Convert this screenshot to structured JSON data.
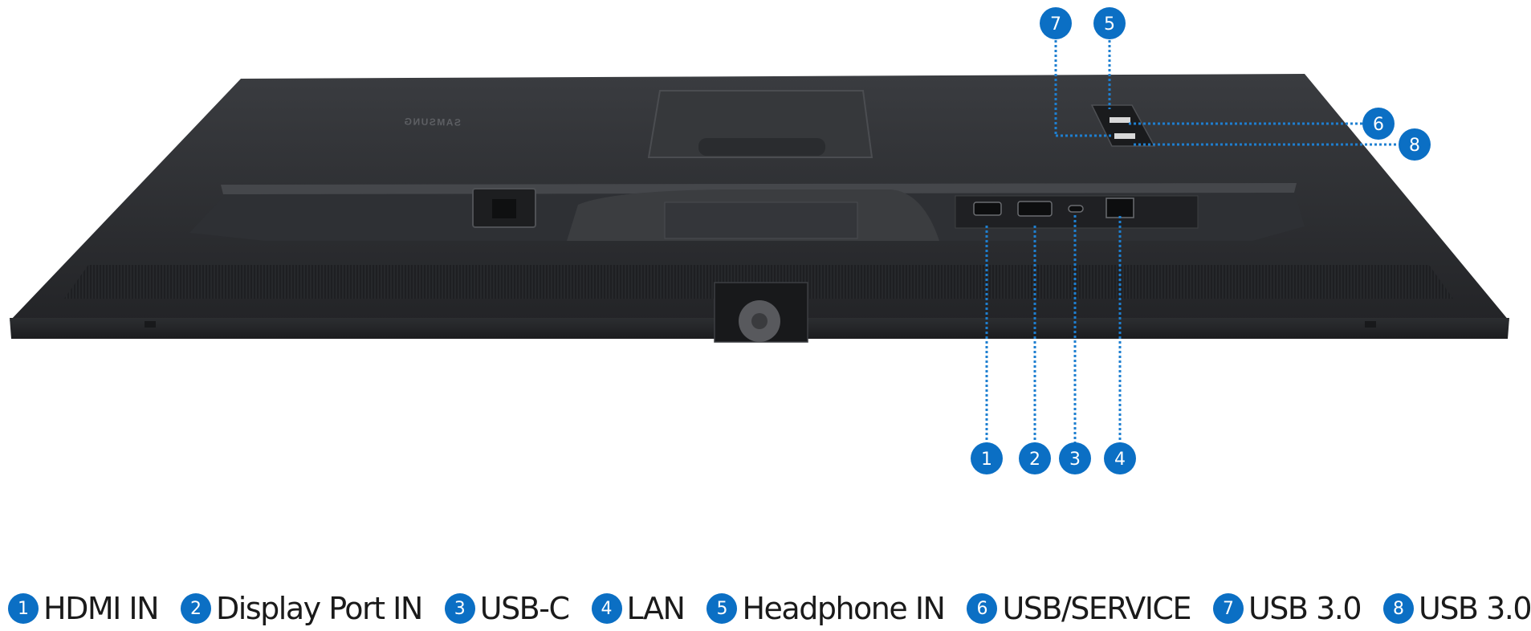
{
  "accent_color": "#0b6fc4",
  "callout_color": "#1e7fd0",
  "monitor_color": "#2b2d30",
  "brand_logo": "SAMSUNG",
  "callouts": [
    {
      "number": "1",
      "name": "HDMI IN"
    },
    {
      "number": "2",
      "name": "Display Port IN"
    },
    {
      "number": "3",
      "name": "USB-C"
    },
    {
      "number": "4",
      "name": "LAN"
    },
    {
      "number": "5",
      "name": "Headphone IN"
    },
    {
      "number": "6",
      "name": "USB/SERVICE"
    },
    {
      "number": "7",
      "name": "USB 3.0"
    },
    {
      "number": "8",
      "name": "USB 3.0"
    }
  ]
}
